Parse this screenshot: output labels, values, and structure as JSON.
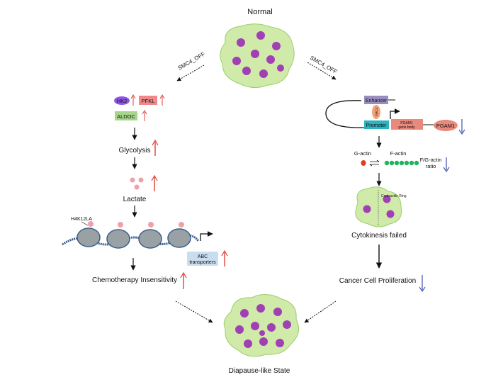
{
  "header": {
    "title": "Normal"
  },
  "left_branch": {
    "arrow_label": "SMC4_OFF",
    "genes": [
      "HK2",
      "PFKL",
      "ALDOC"
    ],
    "glycolysis": "Glycolysis",
    "lactate": "Lactate",
    "histone_mark": "H4K12LA",
    "transporter": {
      "line1": "ABC",
      "line2": "transporters"
    },
    "outcome": "Chemotherapy Insensitivity"
  },
  "right_branch": {
    "arrow_label": "SMC4_OFF",
    "enhancer": "Enhancer",
    "smc4": "SMC4",
    "promoter": "Promoter",
    "gene_body": {
      "line1": "PGAM1",
      "line2": "gene body"
    },
    "protein": "PGAM1",
    "g_actin": "G-actin",
    "f_actin": "F-actin",
    "ratio": {
      "line1": "F/G-actin",
      "line2": "ratio"
    },
    "contractile_ring": "Contractile Ring",
    "cytokinesis": "Cytokinesis failed",
    "outcome": "Cancer Cell Proliferation"
  },
  "footer": {
    "state": "Diapause-like State"
  },
  "colors": {
    "up_arrow": "#e0413a",
    "down_arrow": "#4a5fb0",
    "cell_fill": "#cfeaa9",
    "cell_edge": "#9ccf6b",
    "nucleus": "#a13fb5",
    "lactate_dot": "#f0a0a8",
    "hk2": "#8e55e8",
    "pfkl": "#f08a8a",
    "aldoc": "#a5d68a",
    "enhancer": "#9a8ec0",
    "promoter": "#2eb3c0",
    "gene_body": "#e8897b",
    "smc4": "#f0a37a",
    "abc_box": "#c9ddf0",
    "g_actin": "#e23b1d",
    "f_actin": "#1fb55a"
  },
  "icons": [
    "arrow-icon",
    "up-arrow-icon",
    "down-arrow-icon",
    "nucleosome-icon",
    "tss-arrow-icon",
    "cell-cluster-icon"
  ]
}
